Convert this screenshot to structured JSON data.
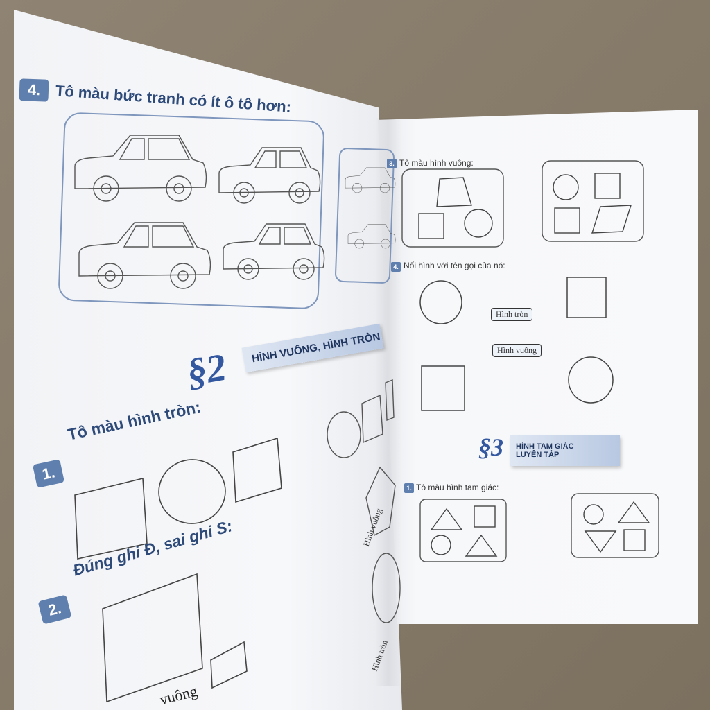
{
  "left_page": {
    "exercise_4": {
      "number": "4.",
      "title": "Tô màu bức tranh có ít  ô tô hơn:"
    },
    "section_2": {
      "symbol": "§2",
      "title": "HÌNH VUÔNG, HÌNH TRÒN"
    },
    "exercise_1": {
      "number": "1.",
      "title": "Tô màu hình tròn:"
    },
    "exercise_2": {
      "number": "2.",
      "title": "Đúng ghi Đ, sai ghi S:",
      "partial_label": "vuông"
    },
    "margin_labels": [
      "Hình vuông",
      "Hình tròn"
    ]
  },
  "right_page": {
    "exercise_3": {
      "number": "3.",
      "title": "Tô màu hình vuông:"
    },
    "exercise_4": {
      "number": "4.",
      "title": "Nối hình với tên gọi của nó:",
      "labels": [
        "Hình tròn",
        "Hình vuông"
      ]
    },
    "section_3": {
      "symbol": "§3",
      "title_line1": "HÌNH TAM GIÁC",
      "title_line2": "LUYỆN TẬP"
    },
    "exercise_1": {
      "number": "1.",
      "title": "Tô màu hình tam giác:"
    }
  },
  "colors": {
    "accent": "#5f7fae",
    "heading": "#2d4a79",
    "band": "#b8c8e2"
  }
}
